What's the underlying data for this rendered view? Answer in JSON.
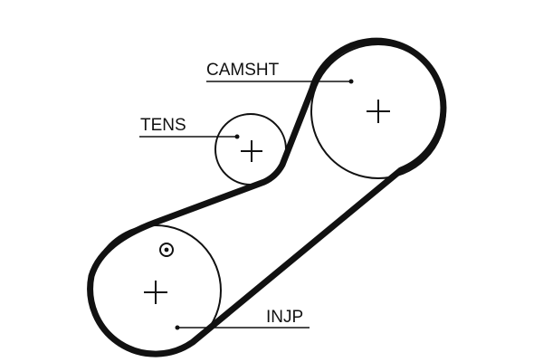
{
  "labels": {
    "camshaft": "CAMSHT",
    "tensioner": "TENS",
    "injection_pump": "INJP"
  },
  "colors": {
    "ink": "#111111",
    "background": "#ffffff"
  },
  "markers": {
    "center_mark": "plus-icon",
    "timing_mark": "circled-dot-icon"
  }
}
